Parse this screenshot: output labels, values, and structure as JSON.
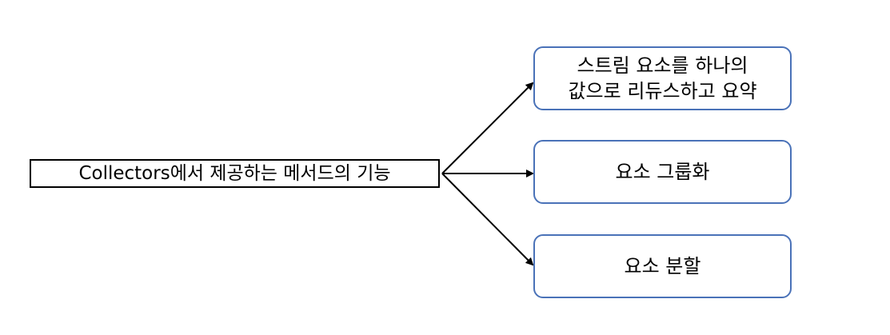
{
  "colors": {
    "source_border": "#000000",
    "target_border": "#4A72B8",
    "arrow": "#000000",
    "background": "#FFFFFF"
  },
  "source": {
    "label": "Collectors에서 제공하는 메서드의 기능"
  },
  "targets": [
    {
      "lines": [
        "스트림 요소를 하나의",
        "값으로 리듀스하고 요약"
      ]
    },
    {
      "lines": [
        "요소 그룹화"
      ]
    },
    {
      "lines": [
        "요소 분할"
      ]
    }
  ]
}
